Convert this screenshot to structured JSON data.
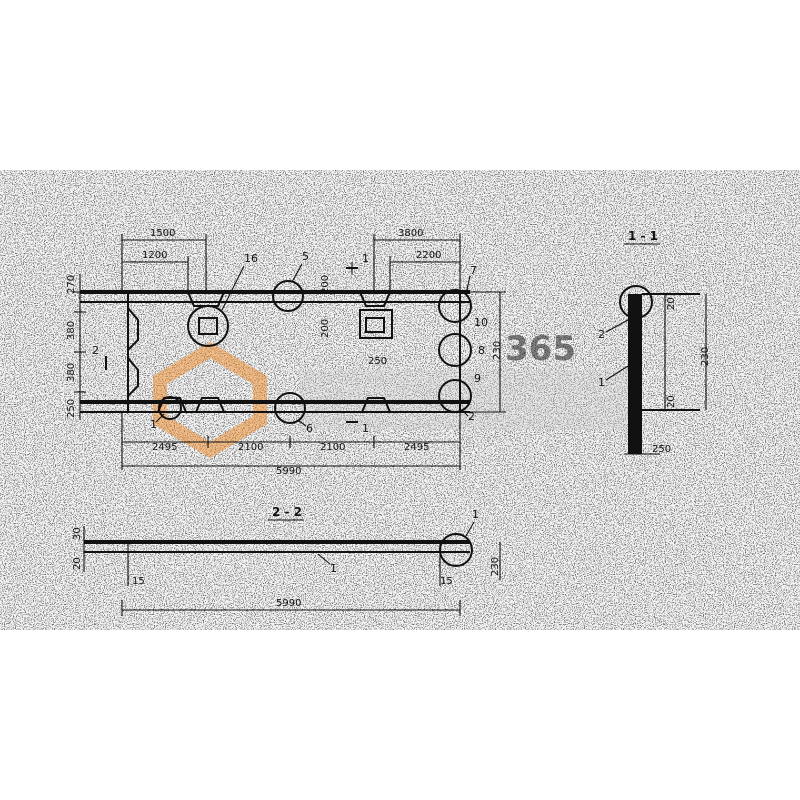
{
  "sections": {
    "sec11_title": "1 - 1",
    "sec22_title": "2 - 2"
  },
  "plan": {
    "top_dims": [
      "1500",
      "1200",
      "3800",
      "2200"
    ],
    "bottom_dims": [
      "2495",
      "2100",
      "2100",
      "2495"
    ],
    "overall": "5990",
    "left_dims": [
      "270",
      "380",
      "380",
      "250"
    ],
    "right_dim": "230",
    "callouts": [
      "16",
      "5",
      "7",
      "10",
      "8",
      "9",
      "1",
      "6",
      "2"
    ],
    "section_marks": [
      "1",
      "1",
      "2"
    ],
    "detail_dims": [
      "200",
      "250",
      "200"
    ]
  },
  "section11": {
    "height": "230",
    "width": "250",
    "marks": [
      "20",
      "20"
    ],
    "callouts": [
      "2",
      "1"
    ]
  },
  "section22": {
    "left_dims": [
      "30",
      "20"
    ],
    "offsets": [
      "15",
      "15"
    ],
    "length": "5990",
    "height": "230",
    "callouts": [
      "1",
      "1"
    ]
  },
  "watermark": {
    "number": "365",
    "color": "#f08a24"
  }
}
